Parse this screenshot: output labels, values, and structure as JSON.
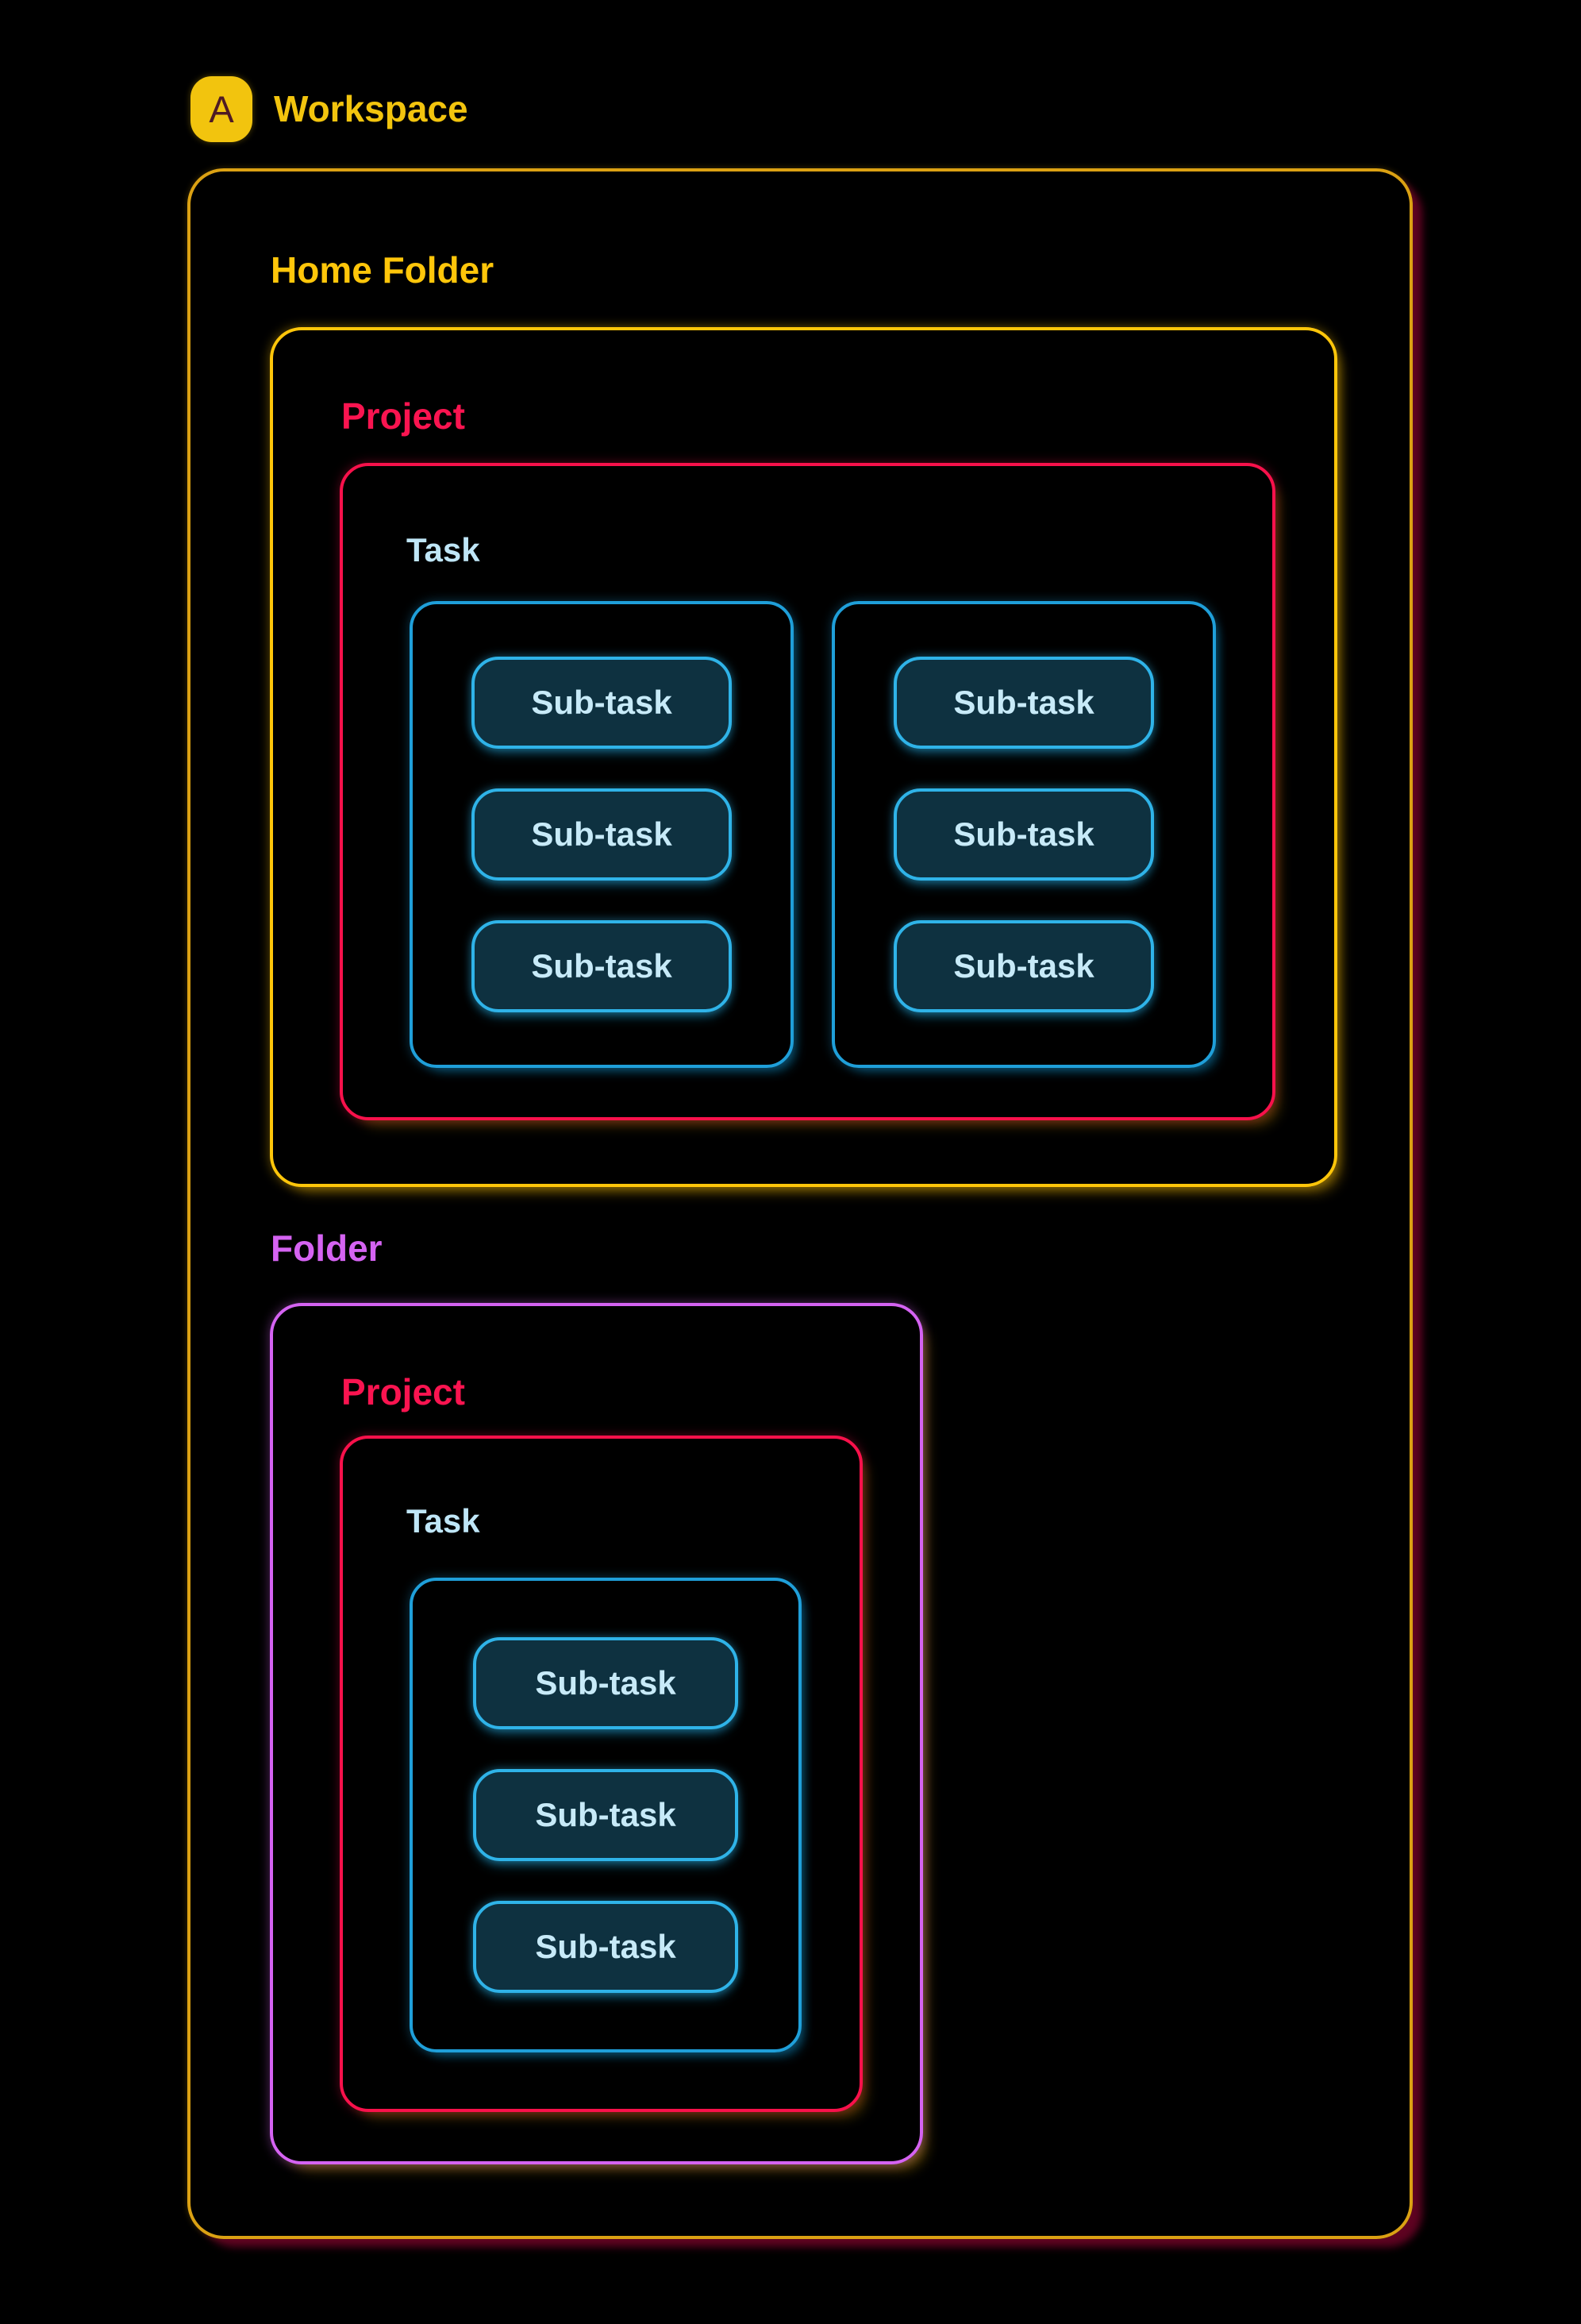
{
  "workspace": {
    "badge_letter": "A",
    "title": "Workspace",
    "home_folder": {
      "label": "Home Folder",
      "project": {
        "label": "Project",
        "task_label": "Task",
        "tasks": [
          {
            "subtasks": [
              "Sub-task",
              "Sub-task",
              "Sub-task"
            ]
          },
          {
            "subtasks": [
              "Sub-task",
              "Sub-task",
              "Sub-task"
            ]
          }
        ]
      }
    },
    "folder": {
      "label": "Folder",
      "project": {
        "label": "Project",
        "task_label": "Task",
        "tasks": [
          {
            "subtasks": [
              "Sub-task",
              "Sub-task",
              "Sub-task"
            ]
          }
        ]
      }
    }
  },
  "colors": {
    "background": "#000000",
    "workspace_border": "#dba113",
    "workspace_title": "#f2c40e",
    "workspace_shadow": "#660324",
    "badge_fill": "#f2c40e",
    "badge_letter": "#4f1b24",
    "home_folder_accent": "#ffc60a",
    "project_accent": "#f8114b",
    "folder_accent": "#d563f2",
    "task_border": "#1f9fd9",
    "task_label_text": "#bfe6f7",
    "subtask_border": "#2fb3e8",
    "subtask_fill": "#0e3140",
    "subtask_text": "#c7eaf8"
  }
}
